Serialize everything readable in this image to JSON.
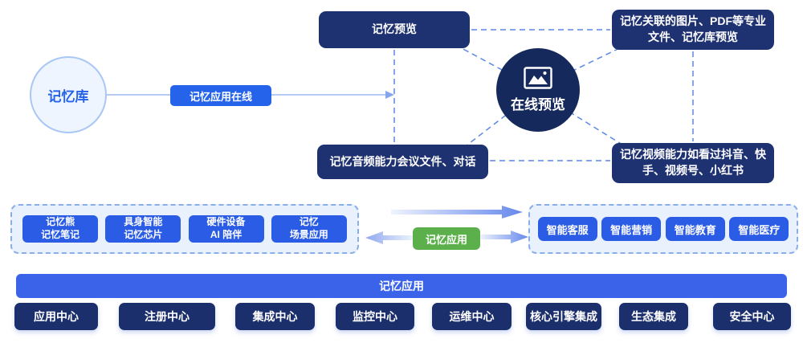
{
  "palette": {
    "royal_blue": "#2b5ce5",
    "accent_blue": "#2563eb",
    "navy_box": "#1e3171",
    "navy_circle": "#16295c",
    "navy_bottom": "#1c2f6d",
    "bar_blue": "#3a63ea",
    "green": "#5cb04c",
    "dashed_line": "#5b87e6",
    "solid_line": "#9db9ee",
    "container_fill": "#e9f1fc",
    "container_border": "#8aaee9",
    "lib_circle_fill": "#eef5ff",
    "lib_circle_border": "#a9c7f5"
  },
  "top": {
    "memory_lib": "记忆库",
    "flow_button": "记忆应用在线",
    "preview": "记忆预览",
    "related_line1": "记忆关联的图片、PDF等专业",
    "related_line2": "文件、记忆库预览",
    "audio": "记忆音频能力会议文件、对话",
    "video_line1": "记忆视频能力如看过抖音、快",
    "video_line2": "手、视频号、小红书",
    "online_preview": "在线预览",
    "online_preview_icon": "image-icon"
  },
  "middle": {
    "scenario_items": [
      {
        "line1": "记忆熊",
        "line2": "记忆笔记"
      },
      {
        "line1": "具身智能",
        "line2": "记忆芯片"
      },
      {
        "line1": "硬件设备",
        "line2": "AI 陪伴"
      },
      {
        "line1": "记忆",
        "line2": "场景应用"
      }
    ],
    "app_button": "记忆应用",
    "industry_items": [
      {
        "label": "智能客服"
      },
      {
        "label": "智能营销"
      },
      {
        "label": "智能教育"
      },
      {
        "label": "智能医疗"
      }
    ]
  },
  "bottom": {
    "bar": "记忆应用",
    "centers": [
      {
        "label": "应用中心"
      },
      {
        "label": "注册中心"
      },
      {
        "label": "集成中心"
      },
      {
        "label": "监控中心"
      },
      {
        "label": "运维中心"
      },
      {
        "label": "核心引擎集成"
      },
      {
        "label": "生态集成"
      },
      {
        "label": "安全中心"
      }
    ]
  }
}
